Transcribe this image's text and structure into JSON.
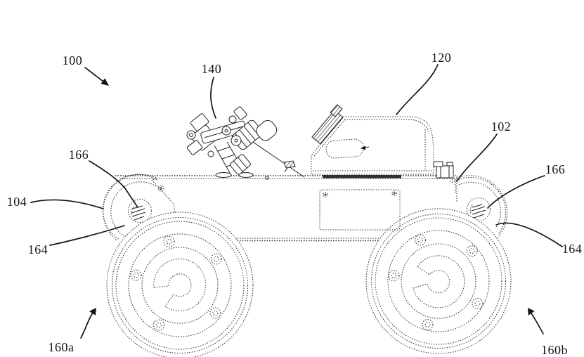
{
  "figure": {
    "description": "Patent-style line drawing, side view of a four-wheeled robotic vehicle with a manipulator arm and top enclosure",
    "background": "#ffffff",
    "line_color": "#2e2e2e",
    "leader_color": "#141414",
    "reference_labels": {
      "assembly": "100",
      "arm": "140",
      "enclosure": "120",
      "chassis": "102",
      "front_body": "104",
      "light_left": "166",
      "light_right": "166",
      "fender_left": "164",
      "fender_right": "164",
      "wheel_front": "160a",
      "wheel_rear": "160b"
    }
  }
}
